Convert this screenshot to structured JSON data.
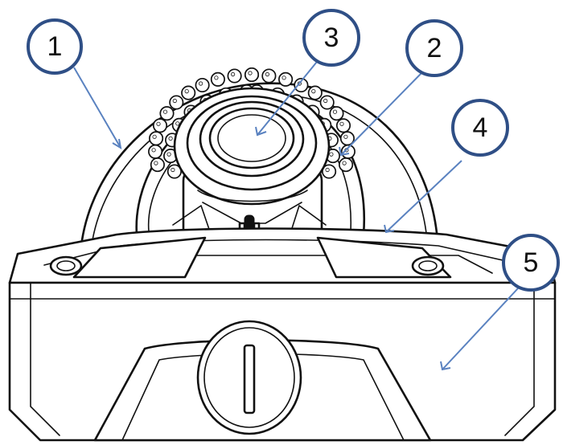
{
  "callouts": [
    {
      "label": "1"
    },
    {
      "label": "2"
    },
    {
      "label": "3"
    },
    {
      "label": "4"
    },
    {
      "label": "5"
    }
  ],
  "colors": {
    "callout_outline": "#2f4f86",
    "leader_line": "#5a82c0",
    "drawing_line": "#111111"
  }
}
